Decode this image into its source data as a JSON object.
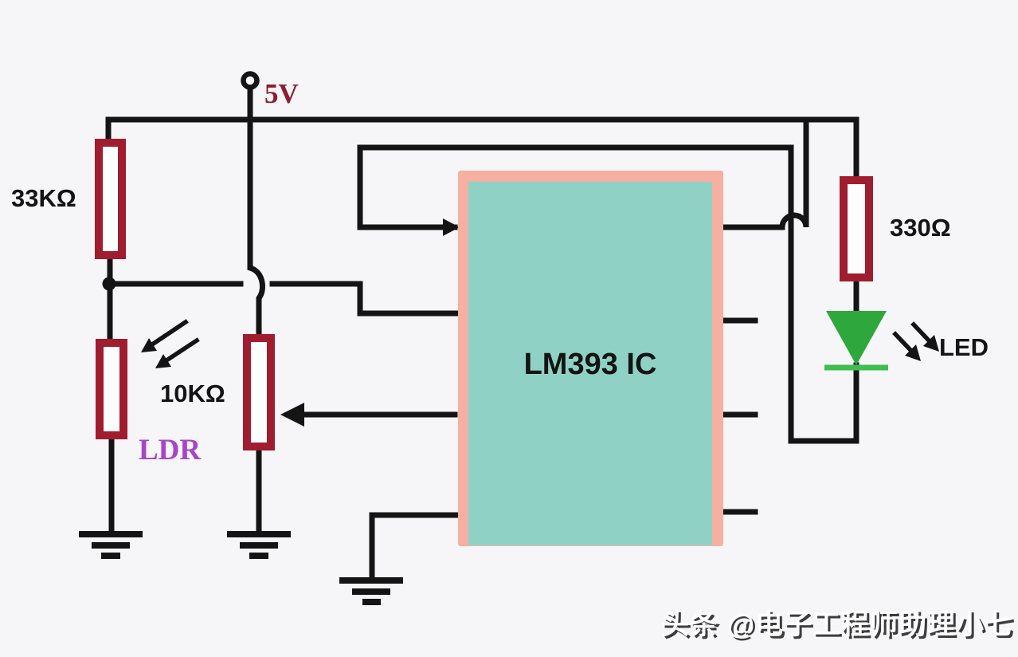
{
  "labels": {
    "supply": "5V",
    "r1": "33KΩ",
    "pot": "10KΩ",
    "ldr": "LDR",
    "ic": "LM393 IC",
    "r2": "330Ω",
    "led": "LED",
    "watermark": "头条 @电子工程师助理小七"
  },
  "components": [
    {
      "name": "supply-terminal",
      "label": "5V"
    },
    {
      "name": "resistor-33k",
      "label": "33KΩ"
    },
    {
      "name": "light-dependent-resistor",
      "label": "LDR"
    },
    {
      "name": "potentiometer-10k",
      "label": "10KΩ"
    },
    {
      "name": "comparator-ic",
      "label": "LM393 IC"
    },
    {
      "name": "resistor-330",
      "label": "330Ω"
    },
    {
      "name": "led",
      "label": "LED"
    },
    {
      "name": "ground-symbols",
      "count": 3
    }
  ],
  "colors": {
    "background": "#f6f6f9",
    "wire": "#141414",
    "resistor_outline": "#a01d30",
    "ic_border": "#f5b0a1",
    "ic_body": "#8fd2c5",
    "led_green": "#2ea83c",
    "led_bar": "#3dbd52",
    "supply_label": "#8e1e2e",
    "ldr_label": "#a844c8",
    "label_text": "#141414",
    "watermark_fill": "#ffffff",
    "watermark_shadow": "#3c3c3c"
  }
}
